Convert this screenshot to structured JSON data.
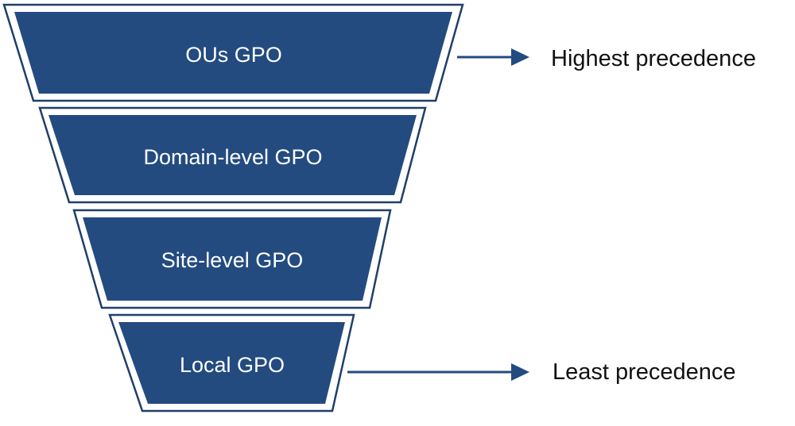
{
  "colors": {
    "tier_fill": "#234b80",
    "tier_outline": "#1f3f6b",
    "arrow": "#234b80",
    "side_text": "#111111",
    "tier_text": "#ffffff"
  },
  "tiers": [
    {
      "label": "OUs GPO"
    },
    {
      "label": "Domain-level GPO"
    },
    {
      "label": "Site-level GPO"
    },
    {
      "label": "Local GPO"
    }
  ],
  "annotations": {
    "top": "Highest precedence",
    "bottom": "Least precedence"
  }
}
